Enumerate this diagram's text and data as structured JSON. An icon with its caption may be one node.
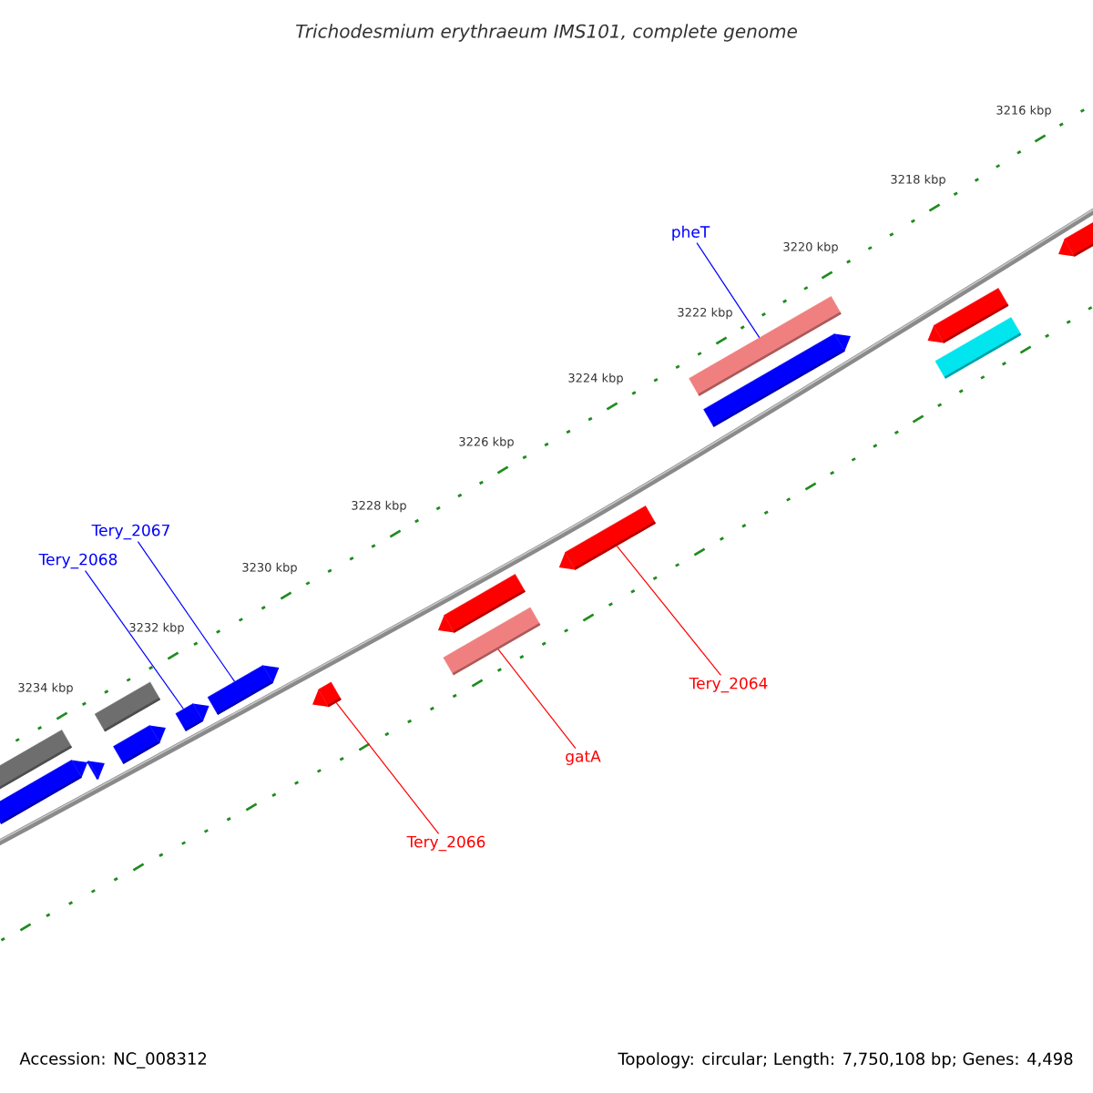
{
  "diagram": {
    "title": "Trichodesmium erythraeum IMS101, complete genome",
    "nodes": [
      {
        "text": [
          "pheT"
        ]
      },
      {
        "text": [],
        "shape": "bar"
      },
      {
        "text": [
          "Tery_2067"
        ]
      },
      {
        "text": [],
        "shape": "bar"
      },
      {
        "text": [
          "Tery_2068"
        ]
      },
      {
        "text": [],
        "shape": "bar"
      },
      {
        "text": [
          "Tery_2064"
        ]
      },
      {
        "text": [],
        "shape": "bar"
      },
      {
        "text": [
          "gatA"
        ]
      },
      {
        "text": [],
        "shape": "bar"
      },
      {
        "text": [
          "Tery_2066"
        ]
      },
      {
        "text": [],
        "shape": "bar"
      }
    ],
    "edges": [
      {
        "from": 0,
        "to": 1,
        "arrow": "none",
        "color": "#0000ff"
      },
      {
        "from": 2,
        "to": 3,
        "arrow": "none",
        "color": "#0000ff"
      },
      {
        "from": 4,
        "to": 5,
        "arrow": "none",
        "color": "#0000ff"
      },
      {
        "from": 6,
        "to": 7,
        "arrow": "none",
        "color": "#ff0000"
      },
      {
        "from": 8,
        "to": 9,
        "arrow": "none",
        "color": "#ff0000"
      },
      {
        "from": 10,
        "to": 11,
        "arrow": "none",
        "color": "#ff0000"
      }
    ],
    "labels": [
      "3216 kbp",
      "3218 kbp",
      "3220 kbp",
      "3222 kbp",
      "3224 kbp",
      "3226 kbp",
      "3228 kbp",
      "3230 kbp",
      "3232 kbp",
      "3234 kbp",
      "Accession: NC_008312",
      "Topology: circular; Length: 7,750,108 bp; Genes: 4,498"
    ]
  }
}
